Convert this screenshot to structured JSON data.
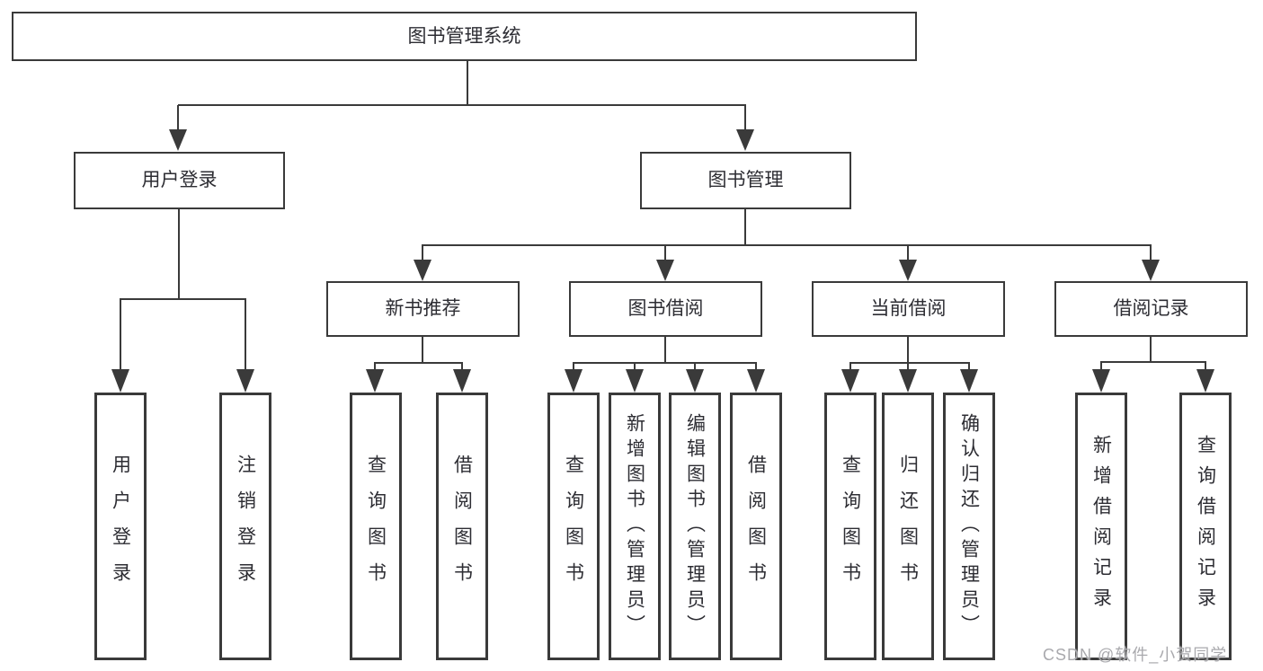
{
  "diagram": {
    "root": {
      "label": "图书管理系统"
    },
    "branches": [
      {
        "label": "用户登录",
        "children": [
          {
            "label": "用户登录"
          },
          {
            "label": "注销登录"
          }
        ]
      },
      {
        "label": "图书管理",
        "children": [
          {
            "label": "新书推荐",
            "children": [
              {
                "label": "查询图书"
              },
              {
                "label": "借阅图书"
              }
            ]
          },
          {
            "label": "图书借阅",
            "children": [
              {
                "label": "查询图书"
              },
              {
                "label": "新增图书（管理员）"
              },
              {
                "label": "编辑图书（管理员）"
              },
              {
                "label": "借阅图书"
              }
            ]
          },
          {
            "label": "当前借阅",
            "children": [
              {
                "label": "查询图书"
              },
              {
                "label": "归还图书"
              },
              {
                "label": "确认归还（管理员）"
              }
            ]
          },
          {
            "label": "借阅记录",
            "children": [
              {
                "label": "新增借阅记录"
              },
              {
                "label": "查询借阅记录"
              }
            ]
          }
        ]
      }
    ],
    "watermark": "CSDN @软件_小贺同学"
  },
  "colors": {
    "line": "#3a3a3a",
    "text": "#2d2d33",
    "watermark": "#a9a9ad",
    "background": "#ffffff"
  }
}
